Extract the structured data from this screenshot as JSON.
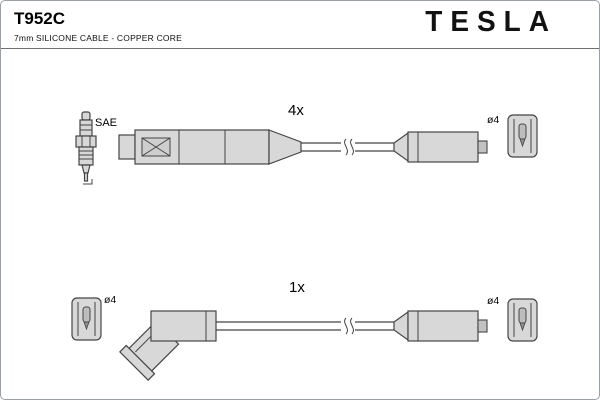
{
  "header": {
    "part_number": "T952C",
    "subtitle": "7mm SILICONE CABLE - COPPER CORE",
    "brand": "TESLA"
  },
  "labels": {
    "spark_plug": "SAE",
    "qty_top": "4x",
    "qty_bottom": "1x",
    "dia_top_right": "ø4",
    "dia_bottom_left": "ø4",
    "dia_bottom_right": "ø4"
  }
}
